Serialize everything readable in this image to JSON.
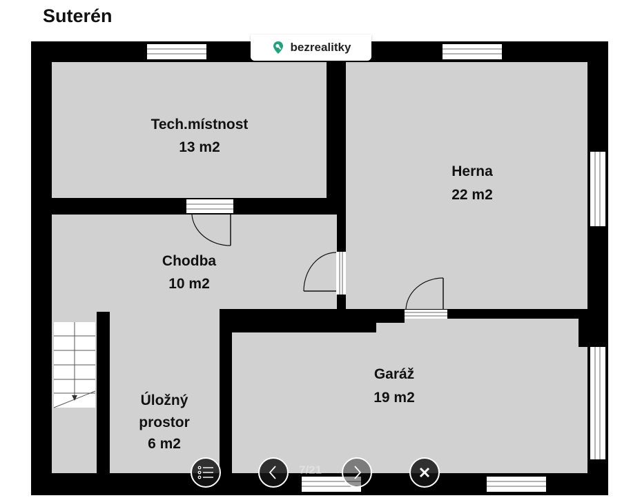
{
  "title": "Suterén",
  "brand": {
    "name": "bezrealitky",
    "color": "#1fa27d"
  },
  "rooms": [
    {
      "name": "Tech.místnost",
      "area": "13 m2"
    },
    {
      "name": "Herna",
      "area": "22 m2"
    },
    {
      "name": "Chodba",
      "area": "10 m2"
    },
    {
      "name": "Úložný",
      "name2": "prostor",
      "area": "6 m2"
    },
    {
      "name": "Garáž",
      "area": "19 m2"
    }
  ],
  "viewer": {
    "counter": "7/21"
  },
  "colors": {
    "wall": "#000000",
    "floor": "#d1d1d1",
    "window": "#ffffff"
  }
}
